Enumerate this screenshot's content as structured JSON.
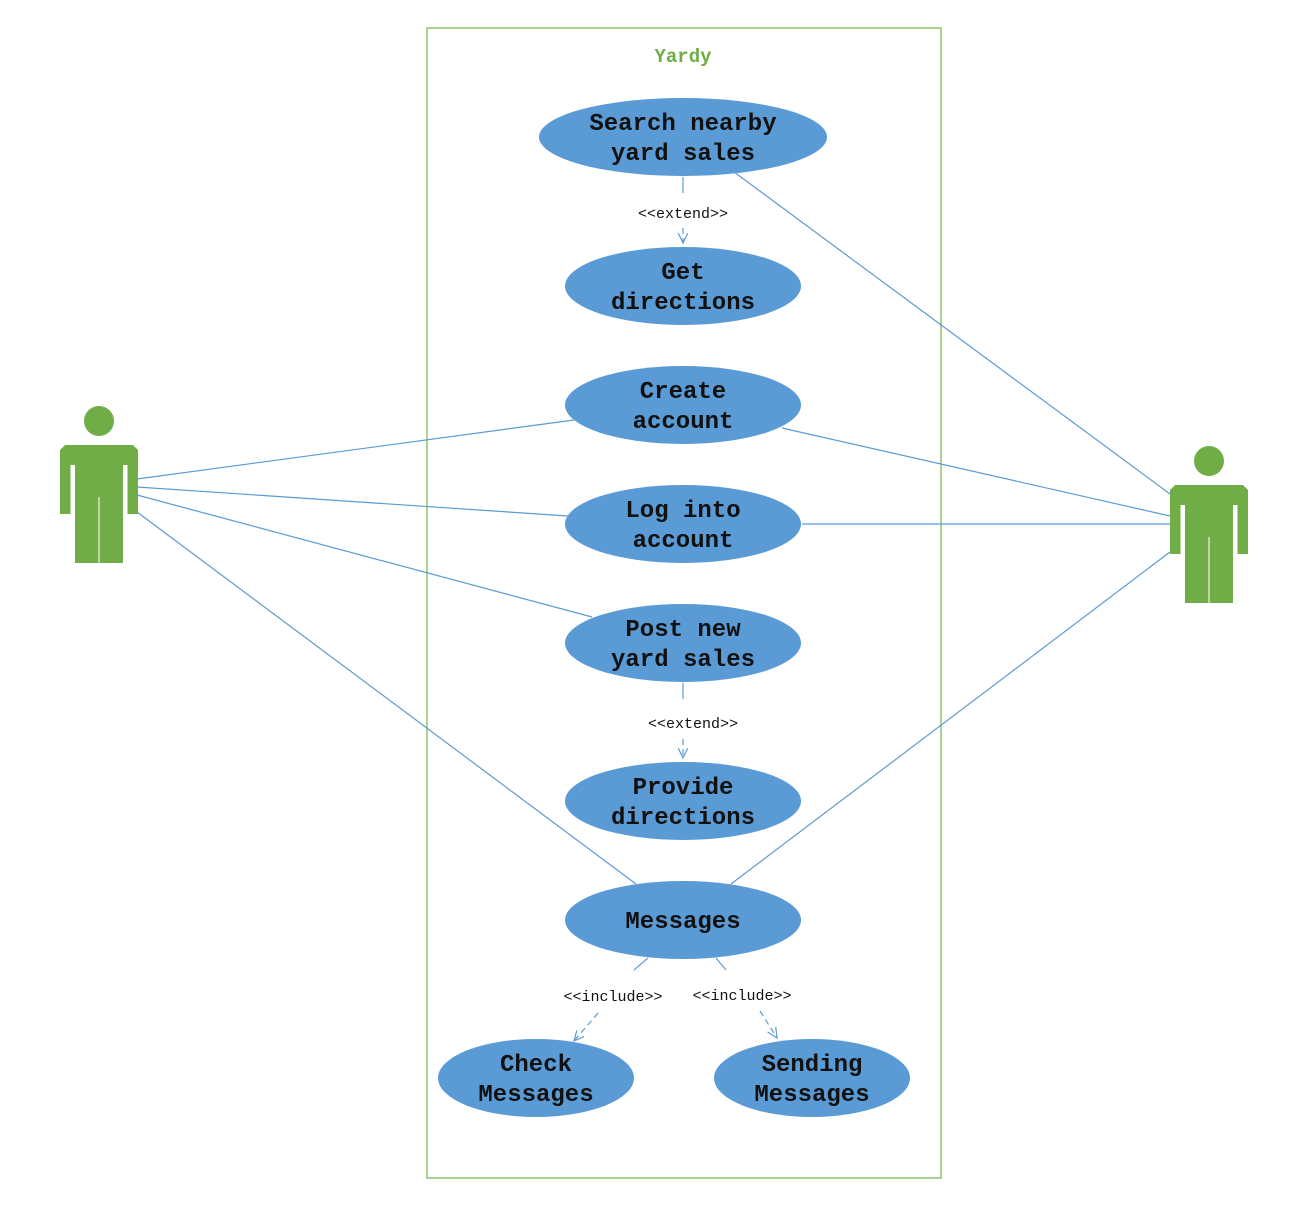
{
  "system": {
    "name": "Yardy"
  },
  "colors": {
    "usecase_fill": "#5b9bd5",
    "line": "#5b9bd5",
    "actor": "#70ad47",
    "boundary": "#8fc36a",
    "system_title": "#70ad47"
  },
  "actors": [
    {
      "id": "actor-left",
      "icon": "person-icon"
    },
    {
      "id": "actor-right",
      "icon": "person-icon"
    }
  ],
  "use_cases": [
    {
      "id": "search",
      "lines": [
        "Search nearby",
        "yard sales"
      ]
    },
    {
      "id": "getdir",
      "lines": [
        "Get",
        "directions"
      ]
    },
    {
      "id": "create",
      "lines": [
        "Create",
        "account"
      ]
    },
    {
      "id": "login",
      "lines": [
        "Log into",
        "account"
      ]
    },
    {
      "id": "post",
      "lines": [
        "Post new",
        "yard sales"
      ]
    },
    {
      "id": "provdir",
      "lines": [
        "Provide",
        "directions"
      ]
    },
    {
      "id": "messages",
      "lines": [
        "Messages"
      ]
    },
    {
      "id": "check",
      "lines": [
        "Check",
        "Messages"
      ]
    },
    {
      "id": "send",
      "lines": [
        "Sending",
        "Messages"
      ]
    }
  ],
  "relations": [
    {
      "from": "search",
      "to": "getdir",
      "label": "<<extend>>"
    },
    {
      "from": "post",
      "to": "provdir",
      "label": "<<extend>>"
    },
    {
      "from": "messages",
      "to": "check",
      "label": "<<include>>"
    },
    {
      "from": "messages",
      "to": "send",
      "label": "<<include>>"
    }
  ],
  "associations": [
    {
      "actor": "actor-left",
      "use_case": "create"
    },
    {
      "actor": "actor-left",
      "use_case": "login"
    },
    {
      "actor": "actor-left",
      "use_case": "post"
    },
    {
      "actor": "actor-left",
      "use_case": "messages"
    },
    {
      "actor": "actor-right",
      "use_case": "search"
    },
    {
      "actor": "actor-right",
      "use_case": "create"
    },
    {
      "actor": "actor-right",
      "use_case": "login"
    },
    {
      "actor": "actor-right",
      "use_case": "messages"
    }
  ]
}
